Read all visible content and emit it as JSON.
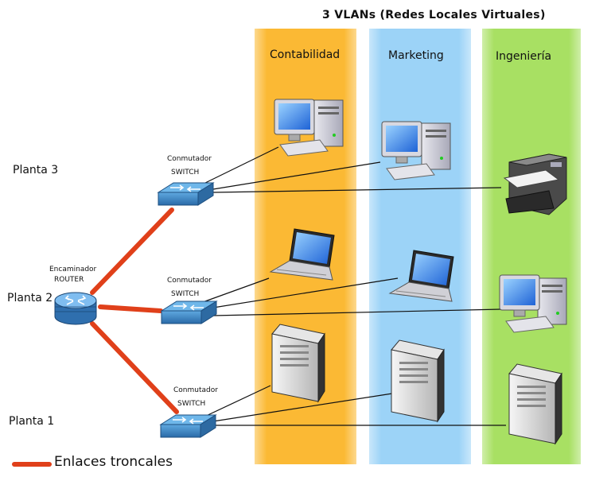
{
  "title": "3 VLANs (Redes Locales Virtuales)",
  "vlans": [
    {
      "name": "Contabilidad",
      "color": "#fbb934"
    },
    {
      "name": "Marketing",
      "color": "#9cd3f7"
    },
    {
      "name": "Ingeniería",
      "color": "#a8e063"
    }
  ],
  "floors": [
    "Planta 3",
    "Planta 2",
    "Planta 1"
  ],
  "router": {
    "line1": "Encaminador",
    "line2": "ROUTER"
  },
  "switches": [
    {
      "line1": "Conmutador",
      "line2": "SWITCH"
    },
    {
      "line1": "Conmutador",
      "line2": "SWITCH"
    },
    {
      "line1": "Conmutador",
      "line2": "SWITCH"
    }
  ],
  "legend": {
    "label": "Enlaces troncales",
    "color": "#e0401a"
  },
  "colors": {
    "switch": "#3a86c4",
    "router": "#4a90c8",
    "trunk": "#e0401a"
  }
}
